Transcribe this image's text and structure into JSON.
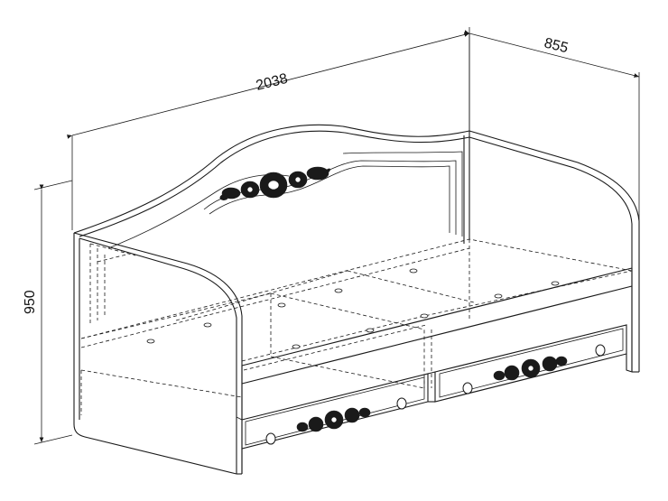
{
  "dimensions": {
    "length": "2038",
    "depth": "855",
    "height": "950"
  }
}
